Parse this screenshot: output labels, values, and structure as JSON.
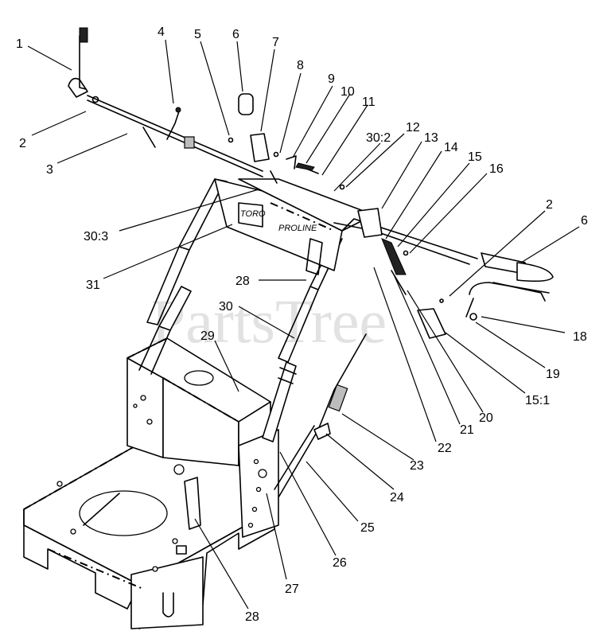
{
  "watermark": "PartsTree",
  "decal": {
    "brand": "TORO",
    "model": "PROLINE"
  },
  "callouts": [
    "1",
    "2",
    "3",
    "4",
    "5",
    "6",
    "7",
    "8",
    "9",
    "10",
    "11",
    "30:2",
    "12",
    "13",
    "14",
    "15",
    "16",
    "2",
    "6",
    "30:3",
    "31",
    "28",
    "30",
    "29",
    "18",
    "19",
    "15:1",
    "20",
    "21",
    "22",
    "23",
    "24",
    "25",
    "26",
    "27",
    "28"
  ]
}
